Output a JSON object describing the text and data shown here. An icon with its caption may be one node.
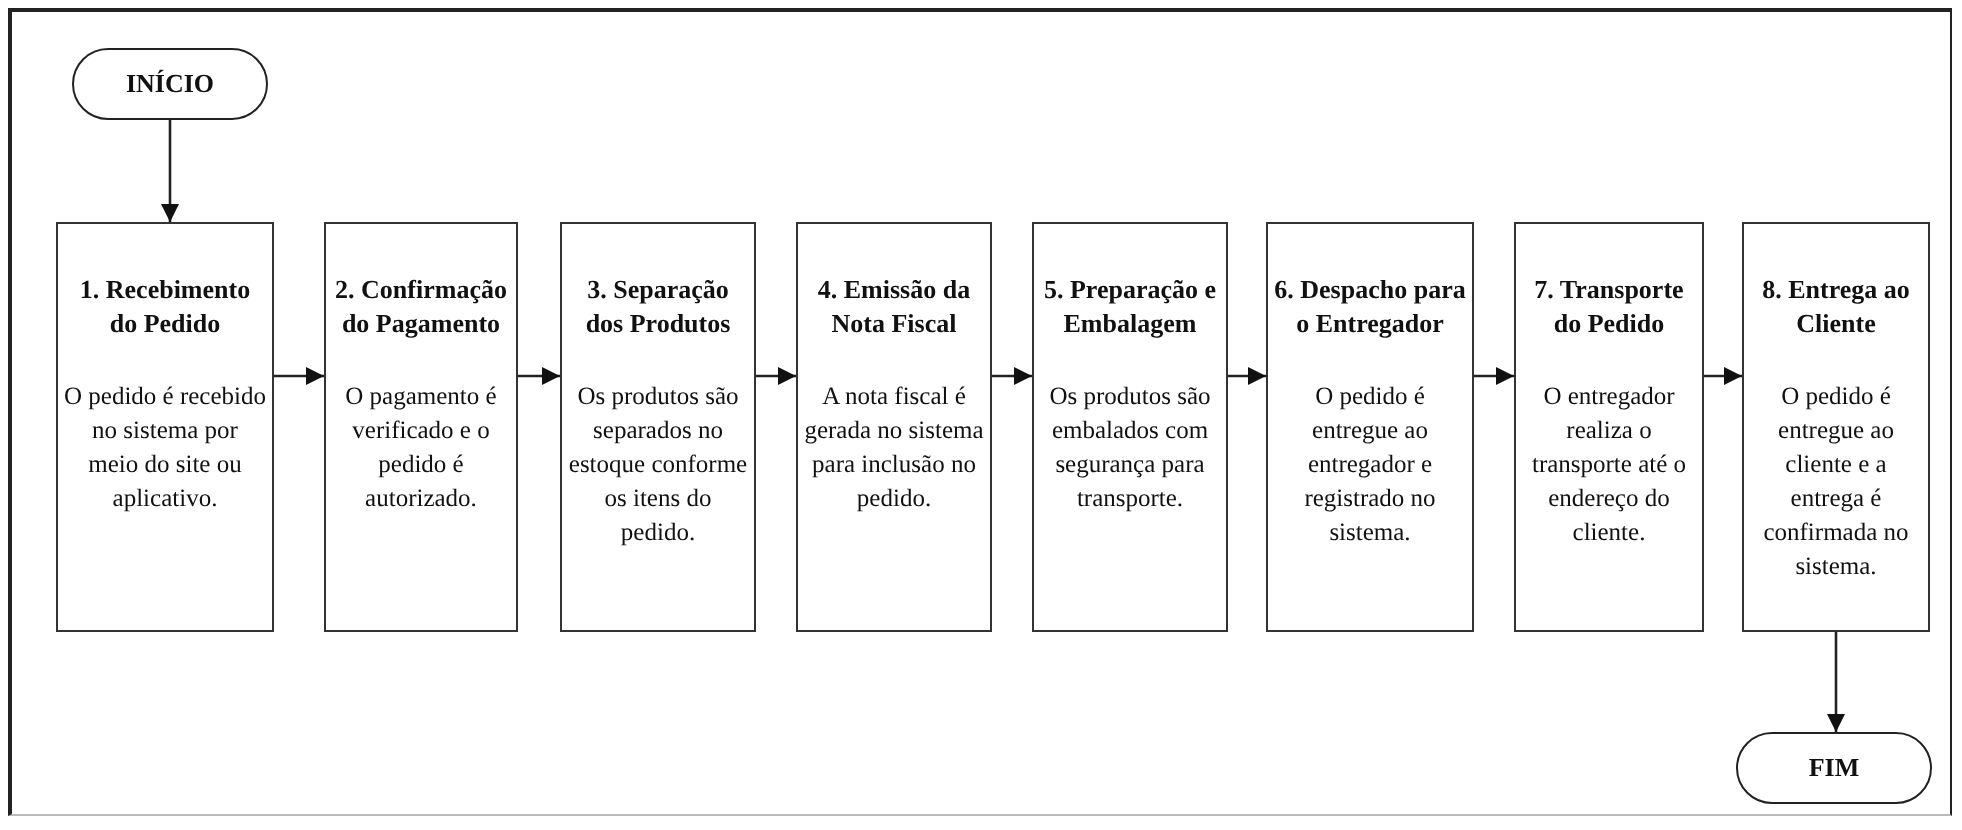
{
  "diagram": {
    "nodes": [
      {
        "text": [
          "INÍCIO"
        ]
      },
      {
        "text": [
          "1. Recebimento do Pedido",
          "O pedido é recebido no sistema por meio do site ou aplicativo."
        ]
      },
      {
        "text": [
          "2. Confirmação do Pagamento",
          "O pagamento é verificado e o pedido é autorizado."
        ]
      },
      {
        "text": [
          "3. Separação dos Produtos",
          "Os produtos são separados no estoque conforme os itens do pedido."
        ]
      },
      {
        "text": [
          "4. Emissão da Nota Fiscal",
          "A nota fiscal é gerada no sistema para inclusão no pedido."
        ]
      },
      {
        "text": [
          "5. Preparação e Embalagem",
          "Os produtos são embalados com segurança para transporte."
        ]
      },
      {
        "text": [
          "6. Despacho para o Entregador",
          "O pedido é entregue ao entregador e registrado no sistema."
        ]
      },
      {
        "text": [
          "7. Transporte do Pedido",
          "O entregador realiza o transporte até o endereço do cliente."
        ]
      },
      {
        "text": [
          "8. Entrega ao Cliente",
          "O pedido é entregue ao cliente e a entrega é confirmada no sistema."
        ]
      },
      {
        "text": [
          "FIM"
        ]
      }
    ],
    "edges": [
      {
        "from": 0,
        "to": 1,
        "arrow": "to"
      },
      {
        "from": 1,
        "to": 2,
        "arrow": "to"
      },
      {
        "from": 2,
        "to": 3,
        "arrow": "to"
      },
      {
        "from": 3,
        "to": 4,
        "arrow": "to"
      },
      {
        "from": 4,
        "to": 5,
        "arrow": "to"
      },
      {
        "from": 5,
        "to": 6,
        "arrow": "to"
      },
      {
        "from": 6,
        "to": 7,
        "arrow": "to"
      },
      {
        "from": 7,
        "to": 8,
        "arrow": "to"
      },
      {
        "from": 8,
        "to": 9,
        "arrow": "to"
      }
    ]
  }
}
